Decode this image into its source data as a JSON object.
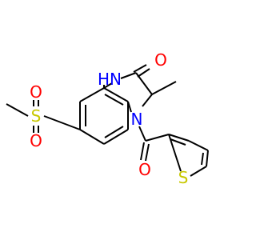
{
  "molecule": {
    "atoms": {
      "carbonyl_oxygen": "O",
      "amide_nitrogen": "HN",
      "ring_nitrogen": "N",
      "sulfonyl_sulfur": "S",
      "sulfonyl_oxygen_top": "O",
      "sulfonyl_oxygen_bottom": "O",
      "acyl_oxygen": "O",
      "thiophene_sulfur": "S"
    },
    "colors": {
      "oxygen": "#ff0000",
      "nitrogen": "#0000ff",
      "sulfur": "#c8c800",
      "bond": "#000000"
    }
  }
}
